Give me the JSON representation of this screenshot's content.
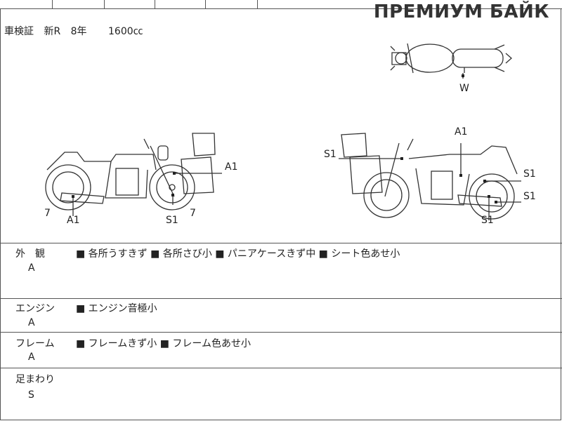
{
  "brand": "ПРЕМИУМ БАЙК",
  "certificate": {
    "label": "車検証",
    "status": "新R",
    "years": "8年",
    "displacement": "1600㏄"
  },
  "diagram": {
    "top_view_marks": [
      "W"
    ],
    "left_view_marks": [
      "A1",
      "A1",
      "S1",
      "7",
      "7"
    ],
    "right_view_marks": [
      "A1",
      "S1",
      "S1",
      "S1",
      "S1"
    ]
  },
  "sections": [
    {
      "label": "外　観",
      "grade": "A",
      "notes": "■ 各所うすきず ■ 各所さび小 ■ パニアケースきず中 ■ シート色あせ小"
    },
    {
      "label": "エンジン",
      "grade": "A",
      "notes": "■ エンジン音極小"
    },
    {
      "label": "フレーム",
      "grade": "A",
      "notes": "■ フレームきず小 ■ フレーム色あせ小"
    },
    {
      "label": "足まわり",
      "grade": "S",
      "notes": ""
    }
  ]
}
